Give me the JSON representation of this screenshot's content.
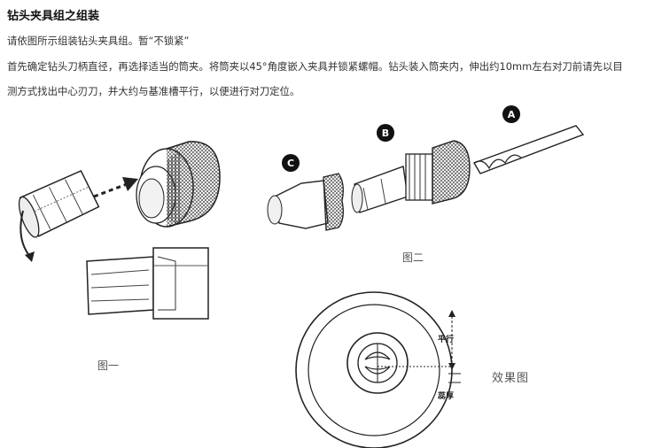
{
  "article": {
    "title": "钻头夹具组之组装",
    "intro": "请依图所示组装钻头夹具组。暂“不锁紧”",
    "step_line1": "首先确定钻头刀柄直径，再选择适当的筒夹。将筒夹以45°角度嵌入夹具并锁紧螺帽。钻头装入筒夹内，伸出约10mm左右对刀前请先以目",
    "step_line2": "测方式找出中心刃刀，并大约与基准槽平行，以便进行对刀定位。"
  },
  "figures": {
    "fig1_caption": "图一",
    "fig2_caption": "图二",
    "fig3_caption": "效果图",
    "part_labels": [
      "A",
      "B",
      "C"
    ],
    "fig3_labels": {
      "parallel": "平行",
      "offset": "蕊厚"
    }
  }
}
